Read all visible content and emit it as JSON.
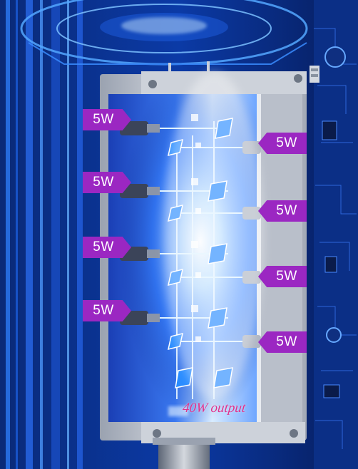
{
  "scene": {
    "left_inputs": [
      {
        "label": "5W"
      },
      {
        "label": "5W"
      },
      {
        "label": "5W"
      },
      {
        "label": "5W"
      }
    ],
    "right_inputs": [
      {
        "label": "5W"
      },
      {
        "label": "5W"
      },
      {
        "label": "5W"
      },
      {
        "label": "5W"
      }
    ],
    "output_label": "40W output",
    "colors": {
      "background": "#06205a",
      "glow": "#3ea8ff",
      "tag_fill": "#9b27c2",
      "tag_text": "#ffffff",
      "output_text": "#e0328c",
      "housing": "#c8ccd4"
    }
  }
}
